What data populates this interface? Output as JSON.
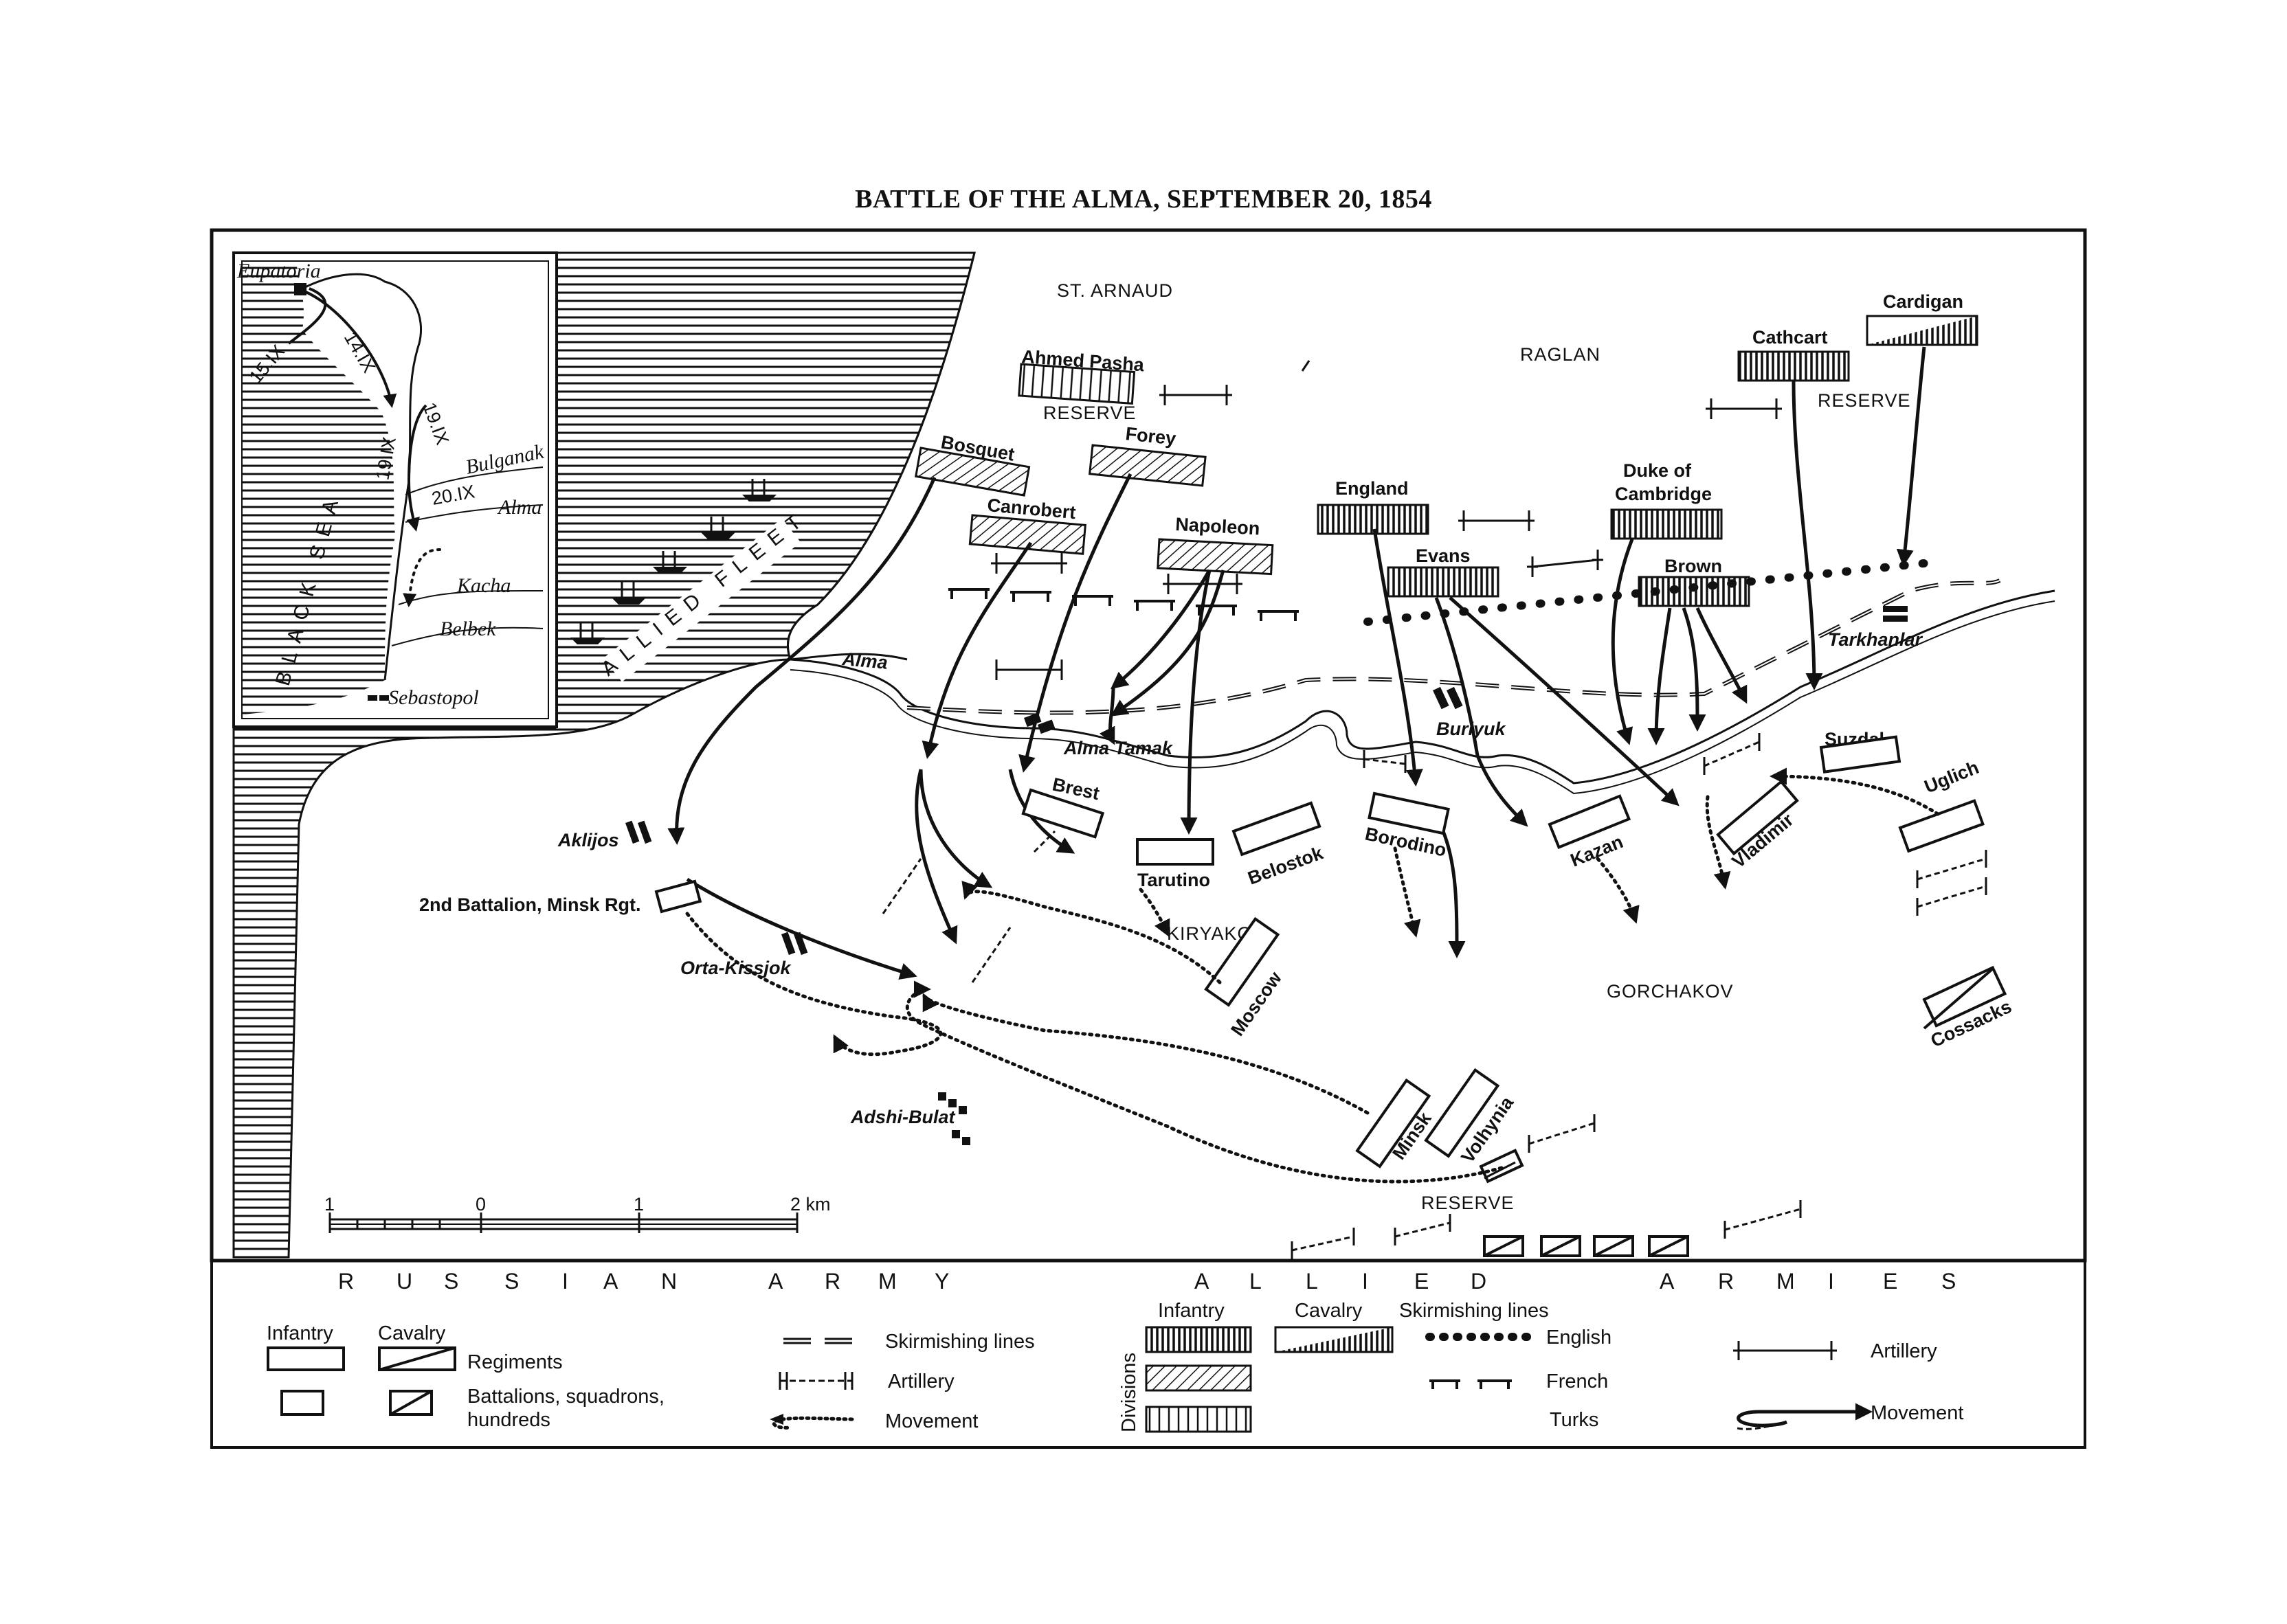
{
  "title": "BATTLE OF THE ALMA, SEPTEMBER 20, 1854",
  "commanders": {
    "st_arnaud": "ST. ARNAUD",
    "raglan": "RAGLAN",
    "kiryakov": "KIRYAKOV",
    "gorchakov": "GORCHAKOV"
  },
  "allied_divisions": {
    "ahmed_pasha": "Ahmed Pasha",
    "bosquet": "Bosquet",
    "forey": "Forey",
    "canrobert": "Canrobert",
    "napoleon": "Napoleon",
    "england": "England",
    "evans": "Evans",
    "duke_line1": "Duke of",
    "duke_line2": "Cambridge",
    "brown": "Brown",
    "cathcart": "Cathcart",
    "cardigan": "Cardigan",
    "reserve_french": "RESERVE",
    "reserve_british": "RESERVE"
  },
  "russian_units": {
    "brest": "Brest",
    "tarutino": "Tarutino",
    "belostok": "Belostok",
    "borodino": "Borodino",
    "kazan": "Kazan",
    "vladimir": "Vladimir",
    "suzdal": "Suzdal",
    "uglich": "Uglich",
    "moscow": "Moscow",
    "minsk": "Minsk",
    "volhynia": "Volhynia",
    "cossacks": "Cossacks",
    "minsk_2nd": "2nd Battalion, Minsk Rgt.",
    "reserve": "RESERVE"
  },
  "places": {
    "alma_river": "Alma",
    "alma_tamak": "Alma Tamak",
    "burlyuk": "Burlyuk",
    "tarkhanlar": "Tarkhanlar",
    "aklijos": "Aklijos",
    "orta_kissjok": "Orta-Kissjok",
    "adshi_bulat": "Adshi-Bulat",
    "allied_fleet": "ALLIED FLEET"
  },
  "inset": {
    "eupatoria": "Eupatoria",
    "bulganak": "Bulganak",
    "alma": "Alma",
    "kacha": "Kacha",
    "belbek": "Belbek",
    "sebastopol": "Sebastopol",
    "black_sea": "BLACK SEA",
    "date_14": "14.IX",
    "date_15": "15.IX",
    "date_19a": "19.IX",
    "date_19b": "19.IX",
    "date_20": "20.IX"
  },
  "scale": {
    "t1": "1",
    "t0": "0",
    "t1b": "1",
    "t2": "2 km"
  },
  "band": {
    "russian_letters": [
      "R",
      "U",
      "S",
      "S",
      "I",
      "A",
      "N",
      "A",
      "R",
      "M",
      "Y"
    ],
    "allied_letters": [
      "A",
      "L",
      "L",
      "I",
      "E",
      "D",
      "A",
      "R",
      "M",
      "I",
      "E",
      "S"
    ]
  },
  "legend_russian": {
    "infantry": "Infantry",
    "cavalry": "Cavalry",
    "regiments": "Regiments",
    "battalions_line1": "Battalions, squadrons,",
    "battalions_line2": "hundreds",
    "skirmishing": "Skirmishing lines",
    "artillery": "Artillery",
    "movement": "Movement"
  },
  "legend_allied": {
    "divisions": "Divisions",
    "infantry": "Infantry",
    "cavalry": "Cavalry",
    "skirmishing": "Skirmishing lines",
    "english": "English",
    "french": "French",
    "turks": "Turks",
    "artillery": "Artillery",
    "movement": "Movement"
  }
}
